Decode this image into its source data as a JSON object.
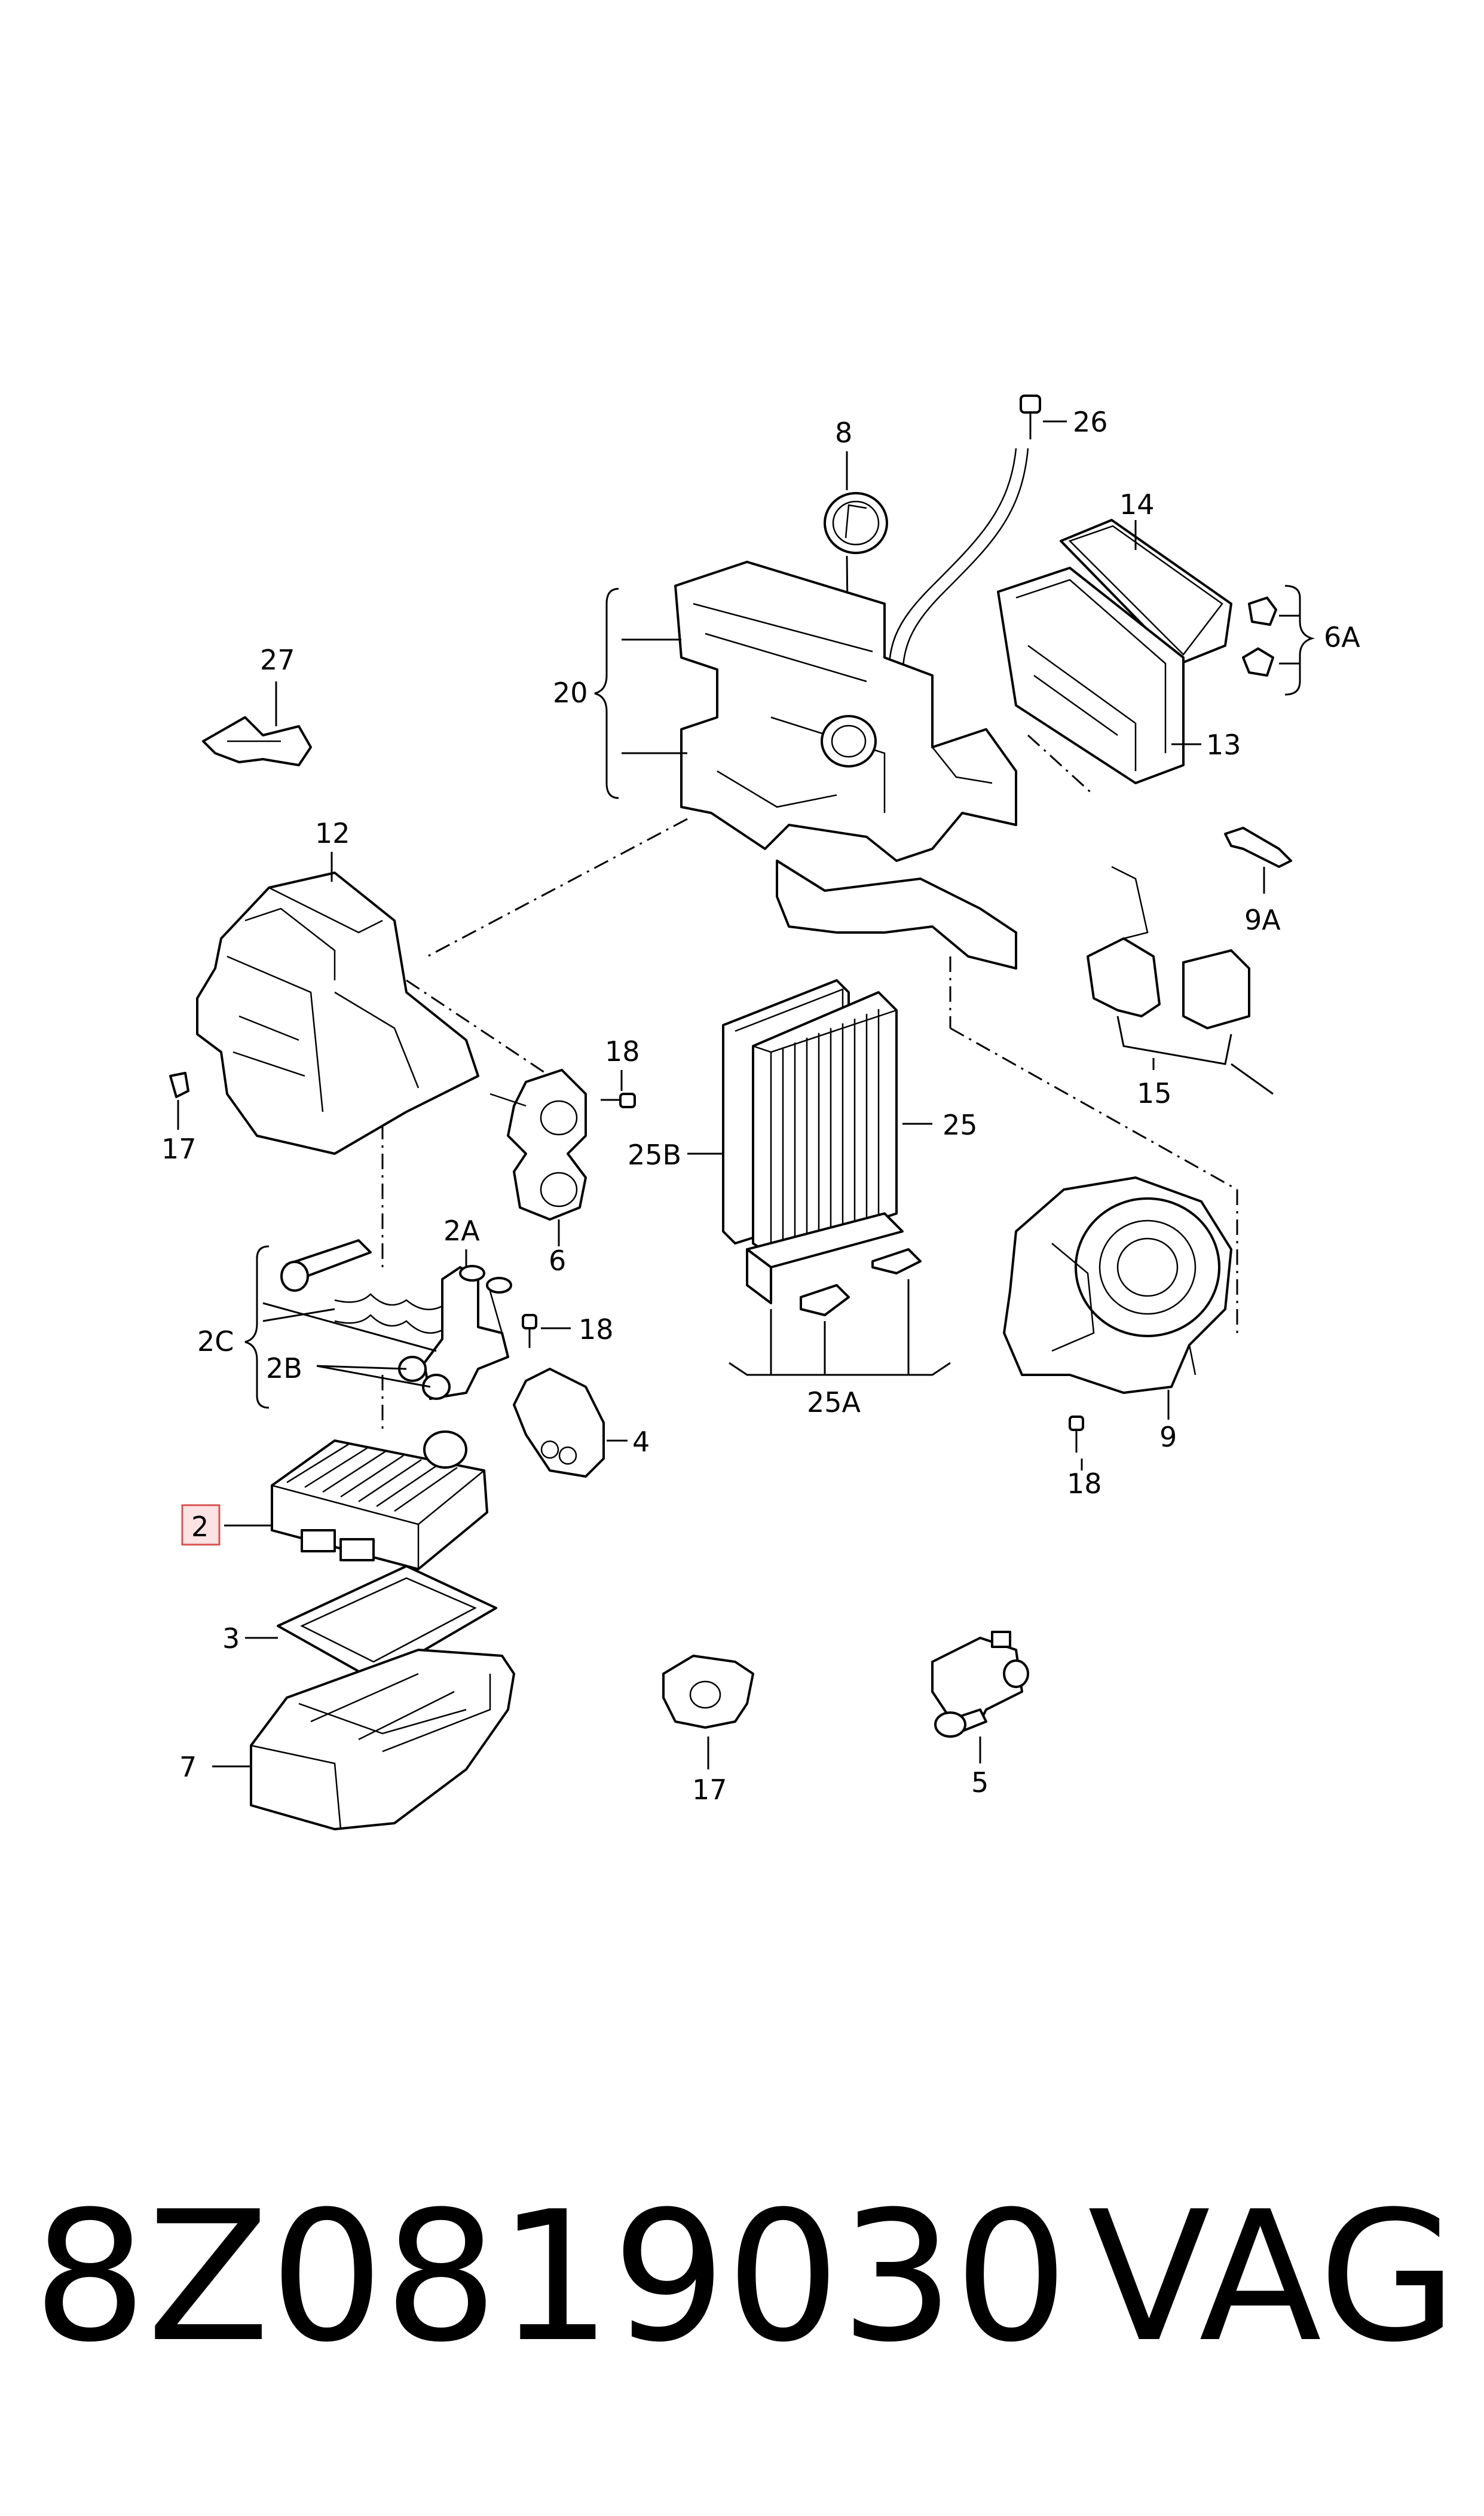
{
  "callouts": {
    "c8": "8",
    "c26": "26",
    "c14": "14",
    "c6a": "6A",
    "c13": "13",
    "c20": "20",
    "c27": "27",
    "c12": "12",
    "c9a": "9A",
    "c15": "15",
    "c18a": "18",
    "c17a": "17",
    "c25": "25",
    "c25b": "25B",
    "c6": "6",
    "c2a": "2A",
    "c2c": "2C",
    "c18b": "18",
    "c2b": "2B",
    "c25a": "25A",
    "c9": "9",
    "c18c": "18",
    "c4": "4",
    "c2": "2",
    "c3": "3",
    "c7": "7",
    "c17b": "17",
    "c5": "5"
  },
  "highlighted_part": "2",
  "highlight_color": "#d9534f",
  "footer": {
    "part_number": "8Z0819030",
    "brand": "VAG"
  }
}
